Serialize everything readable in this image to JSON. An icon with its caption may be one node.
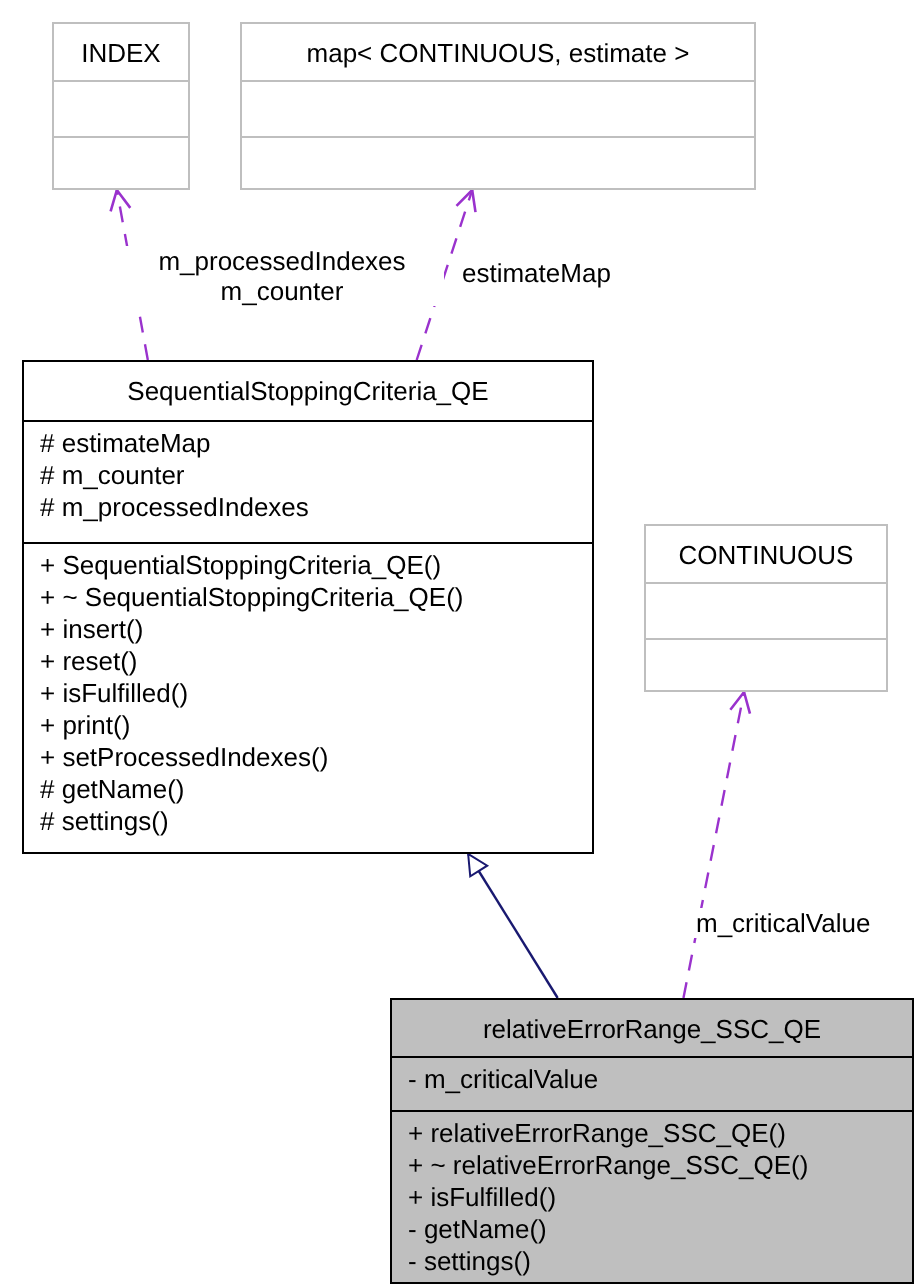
{
  "diagram": {
    "nodes": [
      {
        "text": [
          "INDEX"
        ]
      },
      {
        "text": [
          "map< CONTINUOUS, estimate >"
        ]
      },
      {
        "text": [
          "SequentialStoppingCriteria_QE",
          "# estimateMap",
          "# m_counter",
          "# m_processedIndexes",
          "+ SequentialStoppingCriteria_QE()",
          "+ ~ SequentialStoppingCriteria_QE()",
          "+ insert()",
          "+ reset()",
          "+ isFulfilled()",
          "+ print()",
          "+ setProcessedIndexes()",
          "# getName()",
          "# settings()"
        ]
      },
      {
        "text": [
          "CONTINUOUS"
        ]
      },
      {
        "text": [
          "relativeErrorRange_SSC_QE",
          "- m_criticalValue",
          "+ relativeErrorRange_SSC_QE()",
          "+ ~ relativeErrorRange_SSC_QE()",
          "+ isFulfilled()",
          "- getName()",
          "- settings()"
        ]
      }
    ],
    "edges": [
      {
        "from": 2,
        "to": 0,
        "arrow": "to",
        "label": "m_processedIndexes m_counter",
        "style": "dashed"
      },
      {
        "from": 2,
        "to": 1,
        "arrow": "to",
        "label": "estimateMap",
        "style": "dashed"
      },
      {
        "from": 4,
        "to": 2,
        "arrow": "to",
        "color": "#191970"
      },
      {
        "from": 4,
        "to": 3,
        "arrow": "to",
        "label": "m_criticalValue",
        "style": "dashed"
      }
    ]
  }
}
